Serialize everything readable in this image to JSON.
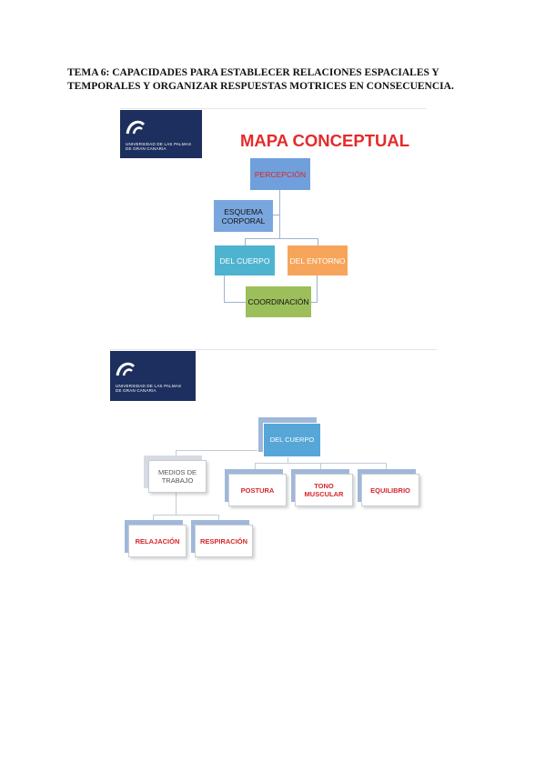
{
  "document": {
    "title_line1": "TEMA 6: CAPACIDADES PARA ESTABLECER RELACIONES ESPACIALES Y",
    "title_line2": "TEMPORALES Y ORGANIZAR RESPUESTAS MOTRICES EN CONSECUENCIA."
  },
  "slide1": {
    "logo_line1": "UNIVERSIDAD DE LAS PALMAS",
    "logo_line2": "DE GRAN CANARIA",
    "heading": "MAPA CONCEPTUAL",
    "nodes": {
      "percepcion": "PERCEPCIÓN",
      "esquema_line1": "ESQUEMA",
      "esquema_line2": "CORPORAL",
      "del_cuerpo": "DEL CUERPO",
      "del_entorno": "DEL ENTORNO",
      "coordinacion": "COORDINACIÓN"
    },
    "colors": {
      "percepcion": "#6fa0dc",
      "esquema": "#7aa6df",
      "del_cuerpo": "#4eb3cf",
      "del_entorno": "#f7a55a",
      "coordinacion": "#9cbf5b"
    }
  },
  "slide2": {
    "logo_line1": "UNIVERSIDAD DE LAS PALMAS",
    "logo_line2": "DE GRAN CANARIA",
    "nodes": {
      "del_cuerpo": "DEL CUERPO",
      "medios_line1": "MEDIOS DE",
      "medios_line2": "TRABAJO",
      "postura": "POSTURA",
      "tono_line1": "TONO",
      "tono_line2": "MUSCULAR",
      "equilibrio": "EQUILIBRIO",
      "relajacion": "RELAJACIÓN",
      "respiracion": "RESPIRACIÓN"
    }
  }
}
